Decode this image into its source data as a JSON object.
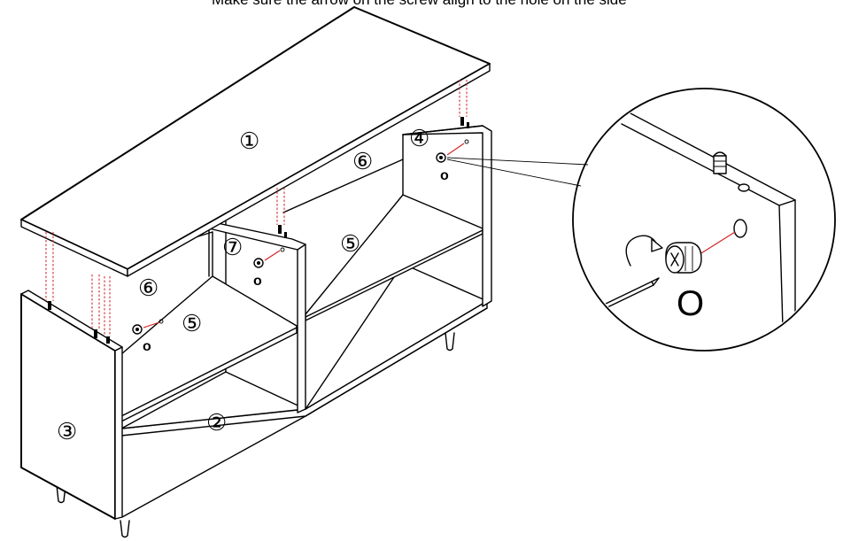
{
  "instruction": "Make sure the arrow on the screw align to the hole on the side",
  "labels": {
    "top_panel": "①",
    "bottom_panel": "②",
    "left_side": "③",
    "right_side": "④",
    "shelf_left": "⑤",
    "shelf_right": "⑤",
    "back_left": "⑥",
    "back_right": "⑥",
    "divider": "⑦"
  },
  "fitting_marks": {
    "left": "o",
    "center": "o",
    "right": "o",
    "detail": "O"
  }
}
